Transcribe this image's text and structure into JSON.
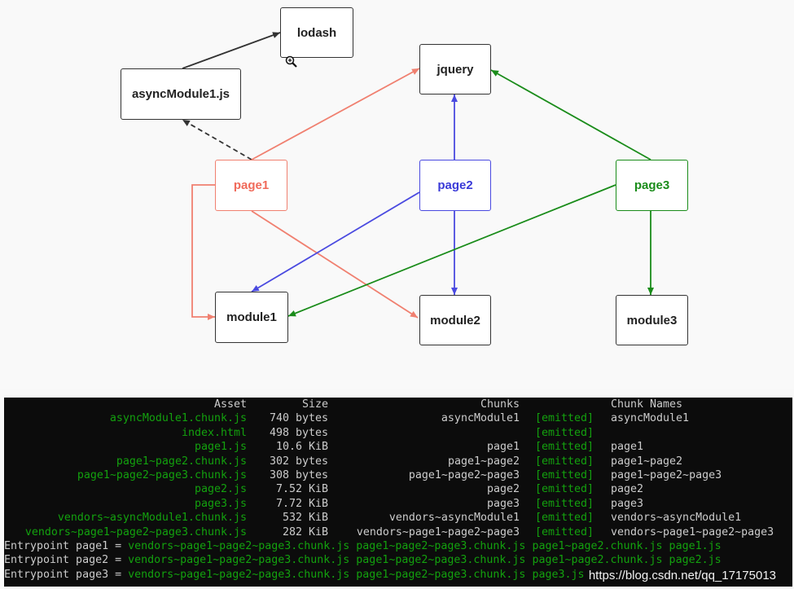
{
  "diagram": {
    "nodes": {
      "lodash": "lodash",
      "asyncModule1": "asyncModule1.js",
      "jquery": "jquery",
      "page1": "page1",
      "page2": "page2",
      "page3": "page3",
      "module1": "module1",
      "module2": "module2",
      "module3": "module3"
    },
    "colors": {
      "page1": "#f08070",
      "page2": "#4a4ae0",
      "page3": "#1a8c1a",
      "default": "#333333"
    },
    "cursor_icon": "zoom-in-icon"
  },
  "terminal": {
    "headers": {
      "asset": "Asset",
      "size": "Size",
      "chunks": "Chunks",
      "chunk_names": "Chunk Names"
    },
    "rows": [
      {
        "asset": "asyncModule1.chunk.js",
        "size": "740 bytes",
        "chunks": "asyncModule1",
        "status": "[emitted]",
        "name": "asyncModule1"
      },
      {
        "asset": "index.html",
        "size": "498 bytes",
        "chunks": "",
        "status": "[emitted]",
        "name": ""
      },
      {
        "asset": "page1.js",
        "size": "10.6 KiB",
        "chunks": "page1",
        "status": "[emitted]",
        "name": "page1"
      },
      {
        "asset": "page1~page2.chunk.js",
        "size": "302 bytes",
        "chunks": "page1~page2",
        "status": "[emitted]",
        "name": "page1~page2"
      },
      {
        "asset": "page1~page2~page3.chunk.js",
        "size": "308 bytes",
        "chunks": "page1~page2~page3",
        "status": "[emitted]",
        "name": "page1~page2~page3"
      },
      {
        "asset": "page2.js",
        "size": "7.52 KiB",
        "chunks": "page2",
        "status": "[emitted]",
        "name": "page2"
      },
      {
        "asset": "page3.js",
        "size": "7.72 KiB",
        "chunks": "page3",
        "status": "[emitted]",
        "name": "page3"
      },
      {
        "asset": "vendors~asyncModule1.chunk.js",
        "size": "532 KiB",
        "chunks": "vendors~asyncModule1",
        "status": "[emitted]",
        "name": "vendors~asyncModule1"
      },
      {
        "asset": "vendors~page1~page2~page3.chunk.js",
        "size": "282 KiB",
        "chunks": "vendors~page1~page2~page3",
        "status": "[emitted]",
        "name": "vendors~page1~page2~page3"
      }
    ],
    "entrypoints": [
      {
        "label": "Entrypoint page1 = ",
        "files": "vendors~page1~page2~page3.chunk.js page1~page2~page3.chunk.js page1~page2.chunk.js page1.js"
      },
      {
        "label": "Entrypoint page2 = ",
        "files": "vendors~page1~page2~page3.chunk.js page1~page2~page3.chunk.js page1~page2.chunk.js page2.js"
      },
      {
        "label": "Entrypoint page3 = ",
        "files": "vendors~page1~page2~page3.chunk.js page1~page2~page3.chunk.js page3.js"
      }
    ],
    "colors": {
      "green": "#13a10e",
      "gray": "#cccccc",
      "background": "#0c0c0c"
    }
  },
  "watermark": "https://blog.csdn.net/qq_17175013"
}
